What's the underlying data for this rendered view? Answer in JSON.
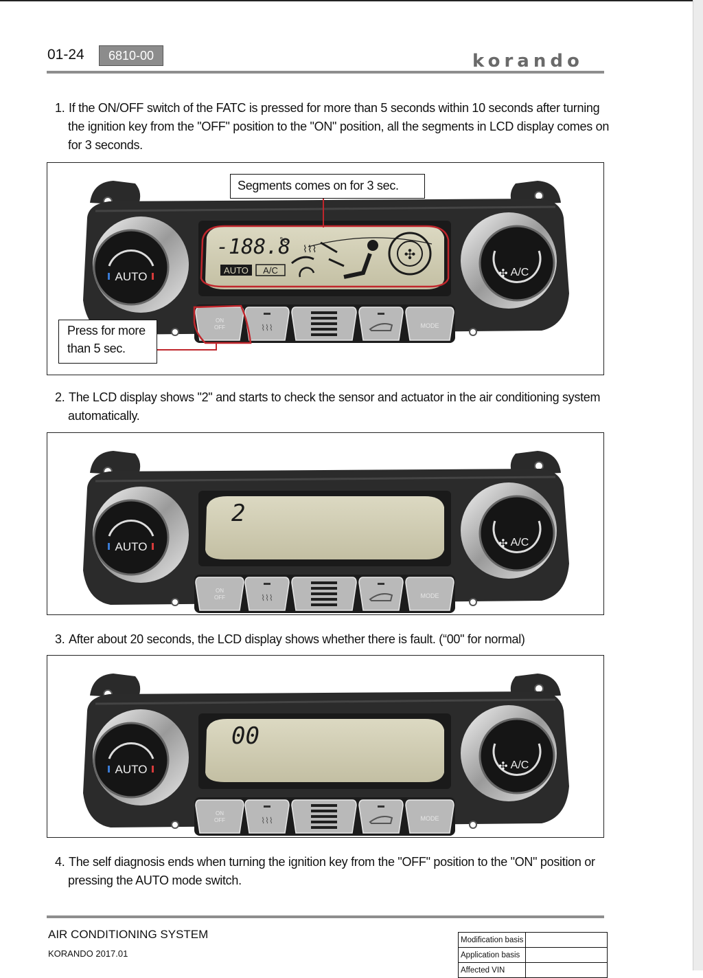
{
  "header": {
    "page_number": "01-24",
    "section_code": "6810-00",
    "brand": "korando"
  },
  "steps": [
    {
      "number": "1.",
      "lines": [
        "If the ON/OFF switch of the FATC is pressed for more than 5 seconds within 10 seconds after turning",
        "the ignition key from the \"OFF\" position to the \"ON\" position, all the segments in LCD display comes on",
        "for 3 seconds."
      ]
    },
    {
      "number": "2.",
      "lines": [
        "The LCD display shows \"2\" and starts to check the sensor and actuator in the air conditioning system",
        "automatically."
      ]
    },
    {
      "number": "3.",
      "lines": [
        "After about 20 seconds, the LCD display shows whether there is fault. (“00\" for normal)"
      ]
    },
    {
      "number": "4.",
      "lines": [
        "The self diagnosis ends when turning the ignition key from the \"OFF\" position to the \"ON\" position or",
        "pressing the AUTO mode switch."
      ]
    }
  ],
  "figure1": {
    "callout_segments": "Segments comes on for 3 sec.",
    "callout_press_line1": "Press for more",
    "callout_press_line2": "than 5 sec.",
    "lcd_temp": "-188.8",
    "lcd_unit": "°c",
    "lcd_auto": "AUTO",
    "lcd_ac": "A/C"
  },
  "figure2": {
    "lcd_value": "2"
  },
  "figure3": {
    "lcd_value": "00"
  },
  "panel": {
    "left_knob_label": "AUTO",
    "right_knob_label": "A/C",
    "onoff_label_1": "ON",
    "onoff_label_2": "OFF",
    "mode_label": "MODE"
  },
  "footer": {
    "title": "AIR CONDITIONING SYSTEM",
    "subtitle": "KORANDO 2017.01",
    "basis_rows": [
      "Modification basis",
      "Application basis",
      "Affected VIN"
    ]
  },
  "colors": {
    "rule_gray": "#8e8e8e",
    "badge_gray": "#8c8c8c",
    "callout_red": "#c0262c",
    "lcd_green": "#cfcbb0",
    "panel_dark": "#2b2b2b"
  }
}
